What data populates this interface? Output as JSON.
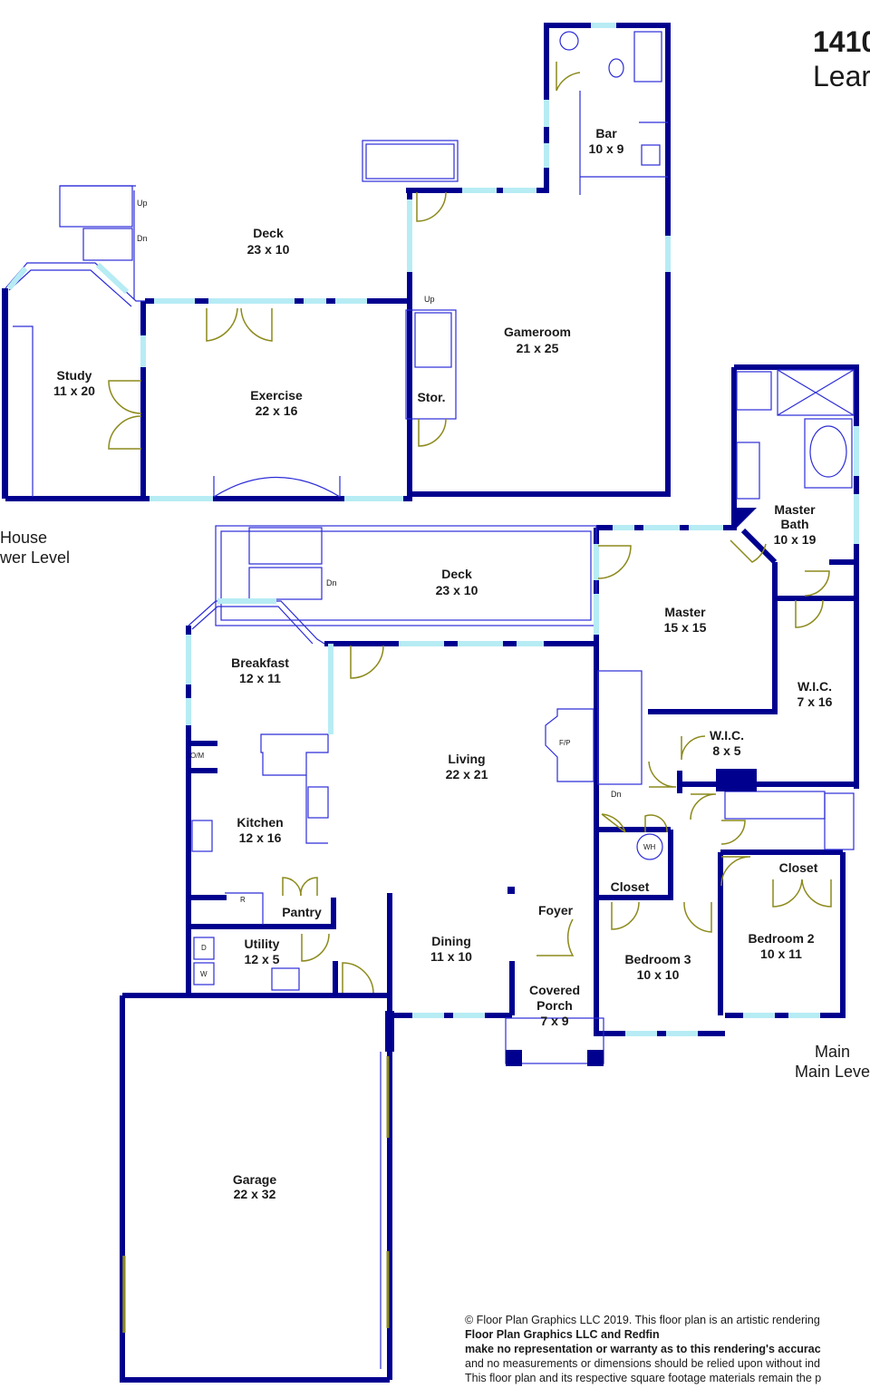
{
  "header": {
    "address_number": "1410",
    "address_name": "Lear"
  },
  "levels": {
    "lower": {
      "line1": "House",
      "line2": "wer Level"
    },
    "main": {
      "line1": "Main",
      "line2": "Main Leve"
    }
  },
  "rooms": {
    "bar": {
      "name": "Bar",
      "dims": "10 x 9"
    },
    "deck_lower": {
      "name": "Deck",
      "dims": "23 x 10"
    },
    "gameroom": {
      "name": "Gameroom",
      "dims": "21 x 25"
    },
    "study": {
      "name": "Study",
      "dims": "11 x 20"
    },
    "exercise": {
      "name": "Exercise",
      "dims": "22 x 16"
    },
    "storage": {
      "name": "Stor."
    },
    "deck_main": {
      "name": "Deck",
      "dims": "23 x 10"
    },
    "master_bath": {
      "name1": "Master",
      "name2": "Bath",
      "dims": "10 x 19"
    },
    "master": {
      "name": "Master",
      "dims": "15 x 15"
    },
    "breakfast": {
      "name": "Breakfast",
      "dims": "12 x 11"
    },
    "wic_large": {
      "name": "W.I.C.",
      "dims": "7 x 16"
    },
    "wic_small": {
      "name": "W.I.C.",
      "dims": "8 x 5"
    },
    "living": {
      "name": "Living",
      "dims": "22 x 21"
    },
    "kitchen": {
      "name": "Kitchen",
      "dims": "12 x 16"
    },
    "closet_b2": {
      "name": "Closet"
    },
    "closet_b3": {
      "name": "Closet"
    },
    "pantry": {
      "name": "Pantry"
    },
    "foyer": {
      "name": "Foyer"
    },
    "bedroom2": {
      "name": "Bedroom 2",
      "dims": "10 x 11"
    },
    "utility": {
      "name": "Utility",
      "dims": "12 x 5"
    },
    "dining": {
      "name": "Dining",
      "dims": "11 x 10"
    },
    "bedroom3": {
      "name": "Bedroom 3",
      "dims": "10 x 10"
    },
    "covered_porch": {
      "name1": "Covered",
      "name2": "Porch",
      "dims": "7 x 9"
    },
    "garage": {
      "name": "Garage",
      "dims": "22 x 32"
    }
  },
  "fixtures": {
    "up_lower_deck": "Up",
    "dn_lower_deck": "Dn",
    "up_gameroom": "Up",
    "dn_main_deck": "Dn",
    "dn_living": "Dn",
    "fireplace": "F/P",
    "water_heater": "WH",
    "oven_microwave": "O/M",
    "refrigerator": "R",
    "dryer": "D",
    "washer": "W"
  },
  "copyright": {
    "line1": "© Floor Plan Graphics LLC 2019. This floor plan is an artistic rendering",
    "line2": "Floor Plan Graphics LLC and Redfin",
    "line3": "make no representation or warranty as to this rendering's accurac",
    "line4": "and no measurements or dimensions should be relied upon without ind",
    "line5": "This floor plan and its respective square footage materials remain the p"
  },
  "colors": {
    "wall": "#00008f",
    "window": "#b7ecf4",
    "door": "#8c8a1c",
    "fixture": "#2c2cd8",
    "accent": "#c040c0"
  }
}
